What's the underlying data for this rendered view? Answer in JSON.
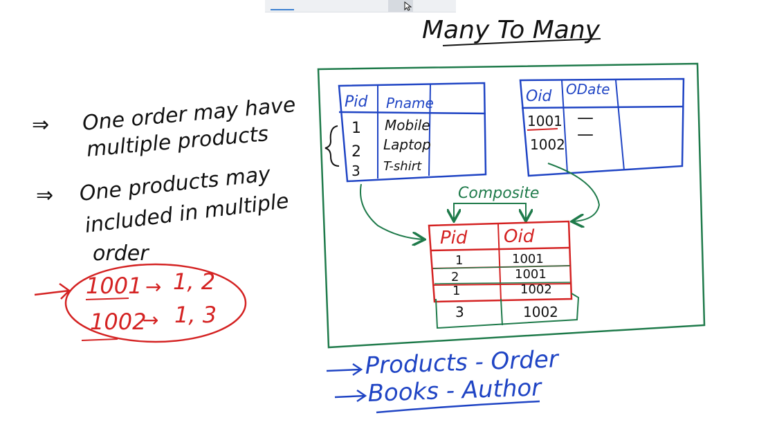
{
  "title": "Many To Many",
  "notes": {
    "line1a": "One order may have",
    "line1b": "multiple products",
    "line2a": "One products may",
    "line2b": "included in multiple",
    "line2c": "order",
    "ex1_left": "1001",
    "ex1_right": "1, 2",
    "ex2_left": "1002",
    "ex2_right": "1, 3",
    "arrow": "⇒",
    "arrow_small": "→"
  },
  "products_table": {
    "headers": [
      "Pid",
      "Pname"
    ],
    "rows": [
      [
        "1",
        "Mobile"
      ],
      [
        "2",
        "Laptop"
      ],
      [
        "3",
        "T-shirt"
      ]
    ]
  },
  "orders_table": {
    "headers": [
      "Oid",
      "ODate"
    ],
    "rows": [
      [
        "1001",
        "—"
      ],
      [
        "1002",
        "—"
      ]
    ]
  },
  "junction_table": {
    "label": "Composite",
    "headers": [
      "Pid",
      "Oid"
    ],
    "rows": [
      [
        "1",
        "1001"
      ],
      [
        "2",
        "1001"
      ],
      [
        "1",
        "1002"
      ],
      [
        "3",
        "1002"
      ]
    ]
  },
  "examples": {
    "ex1": "Products - Order",
    "ex2": "Books - Author"
  },
  "colors": {
    "green": "#1e7a4a",
    "blue": "#1f44c4",
    "red": "#d42222",
    "black": "#111111"
  }
}
